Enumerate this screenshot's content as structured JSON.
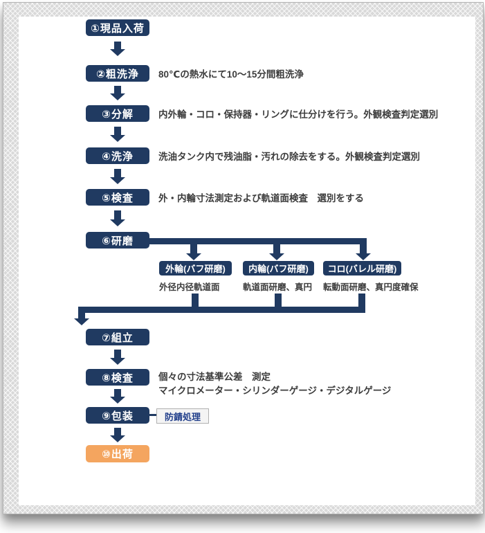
{
  "colors": {
    "navy": "#203a61",
    "orange": "#f4a55f",
    "text": "#3c3c3c",
    "note-text": "#24418c",
    "note-bg": "#f4f4f4",
    "note-border": "#b0b0b0",
    "pattern-bg": "#d9d9d9"
  },
  "flow": {
    "steps": [
      {
        "label": "①現品入荷"
      },
      {
        "label": "②粗洗浄",
        "annotation": "80℃の熱水にて10〜15分間粗洗浄"
      },
      {
        "label": "③分解",
        "annotation": "内外輪・コロ・保持器・リングに仕分けを行う。外観検査判定選別"
      },
      {
        "label": "④洗浄",
        "annotation": "洗油タンク内で残油脂・汚れの除去をする。外観検査判定選別"
      },
      {
        "label": "⑤検査",
        "annotation": "外・内輪寸法測定および軌道面検査　選別をする"
      },
      {
        "label": "⑥研磨"
      },
      {
        "label": "⑦組立"
      },
      {
        "label": "⑧検査",
        "annotation1": "個々の寸法基準公差　測定",
        "annotation2": "マイクロメーター・シリンダーゲージ・デジタルゲージ"
      },
      {
        "label": "⑨包装",
        "note": "防錆処理"
      },
      {
        "label": "⑩出荷"
      }
    ],
    "branches": [
      {
        "label": "外輪(バフ研磨)",
        "caption": "外径内径軌道面"
      },
      {
        "label": "内輪(バフ研磨)",
        "caption": "軌道面研磨、真円"
      },
      {
        "label": "コロ(バレル研磨)",
        "caption": "転動面研磨、真円度確保"
      }
    ]
  }
}
